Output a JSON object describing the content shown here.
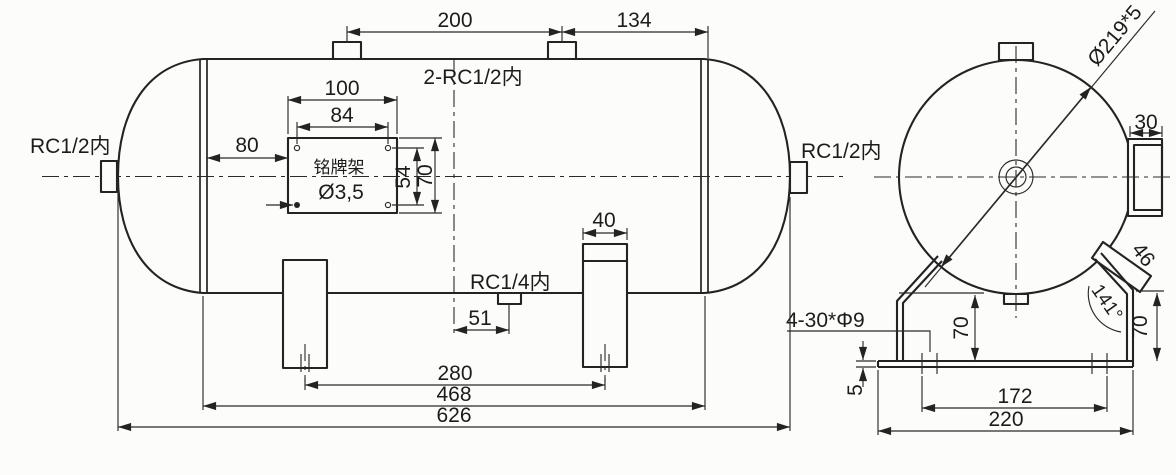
{
  "drawing": {
    "side_view": {
      "labels": {
        "top_ports": "2-RC1/2内",
        "left_port": "RC1/2内",
        "right_port": "RC1/2内",
        "drain_port": "RC1/4内",
        "nameplate": "铭牌架"
      },
      "dims": {
        "top_span": "200",
        "top_end": "134",
        "plate_width": "100",
        "plate_hole_span": "84",
        "plate_hole_dia": "Ø3,5",
        "plate_hole_vspan": "54",
        "plate_height": "70",
        "seam_to_plate": "80",
        "leg_width": "40",
        "drain_offset": "51",
        "leg_span": "280",
        "seam_span": "468",
        "overall_length": "626"
      }
    },
    "end_view": {
      "labels": {
        "shell_size": "Ø219*5",
        "base_holes": "4-30*Φ9",
        "bend_angle": "141°"
      },
      "dims": {
        "side_bracket": "30",
        "strap_width": "46",
        "saddle_height_left": "70",
        "saddle_height_right": "70",
        "base_thickness": "5",
        "hole_span": "172",
        "base_width": "220"
      }
    },
    "colors": {
      "line": "#232323",
      "background": "#fcfcfb"
    }
  }
}
